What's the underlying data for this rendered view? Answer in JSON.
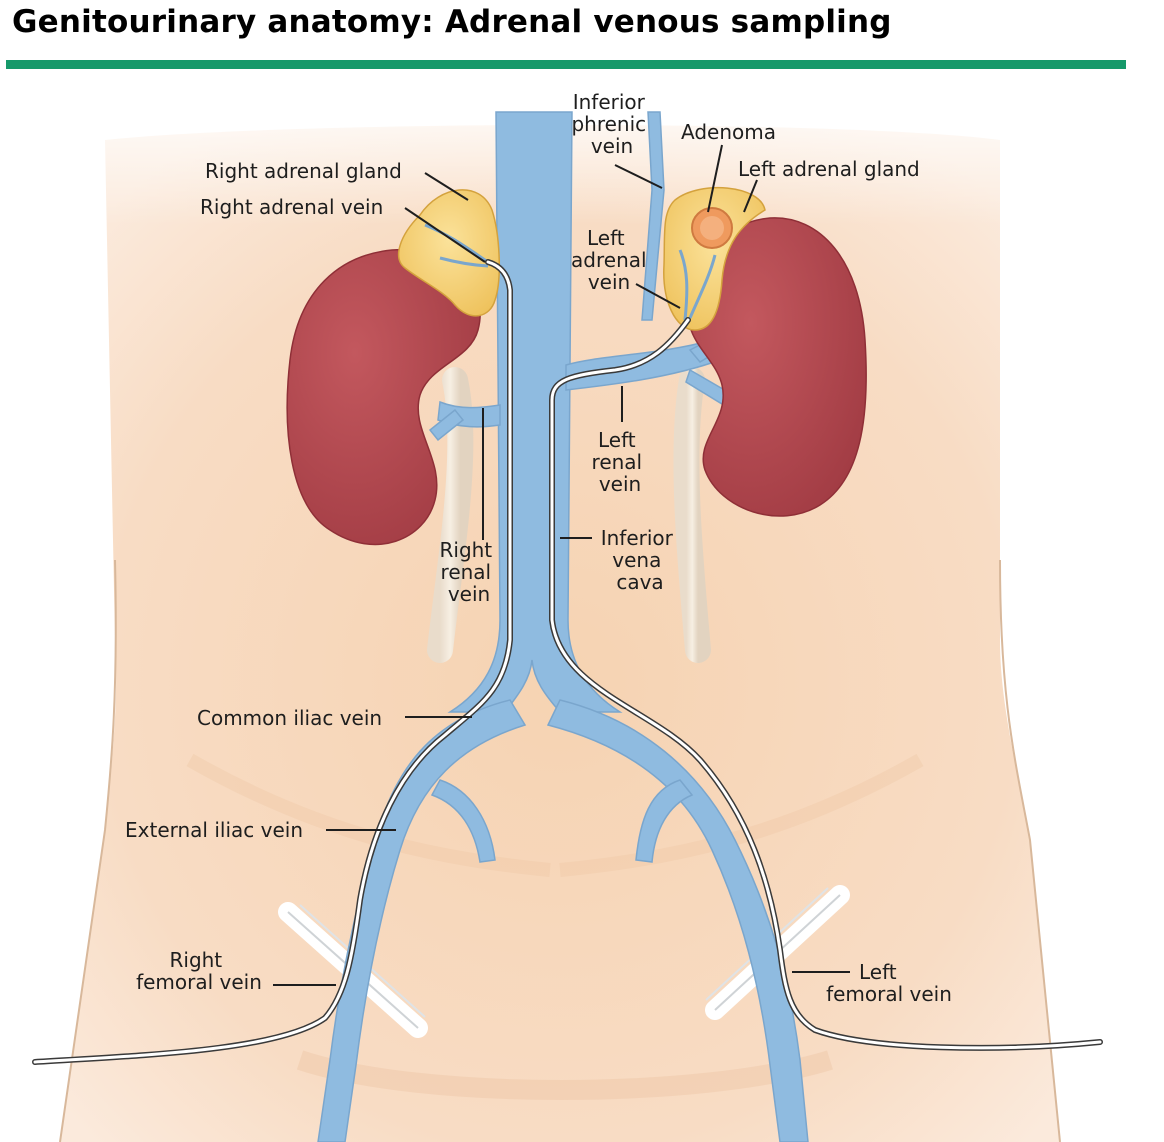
{
  "title": "Genitourinary anatomy: Adrenal venous sampling",
  "colors": {
    "rule": "#16996a",
    "skin": "#f5d6b8",
    "vein": "#8fbbe0",
    "kidney": "#b2474e",
    "adrenal_gland": "#f5cf6c",
    "adenoma": "#ef9a5e",
    "catheter": "#ffffff"
  },
  "labels": {
    "right_adrenal_gland": "Right adrenal gland",
    "right_adrenal_vein": "Right adrenal vein",
    "inferior_phrenic_vein": [
      "Inferior",
      "phrenic",
      "vein"
    ],
    "adenoma": "Adenoma",
    "left_adrenal_gland": "Left adrenal gland",
    "left_adrenal_vein": [
      "Left",
      "adrenal",
      "vein"
    ],
    "left_renal_vein": [
      "Left",
      "renal",
      "vein"
    ],
    "right_renal_vein": [
      "Right",
      "renal",
      "vein"
    ],
    "inferior_vena_cava": [
      "Inferior",
      "vena",
      "cava"
    ],
    "common_iliac_vein": "Common iliac vein",
    "external_iliac_vein": "External iliac vein",
    "right_femoral_vein": [
      "Right",
      "femoral vein"
    ],
    "left_femoral_vein": [
      "Left",
      "femoral vein"
    ]
  }
}
